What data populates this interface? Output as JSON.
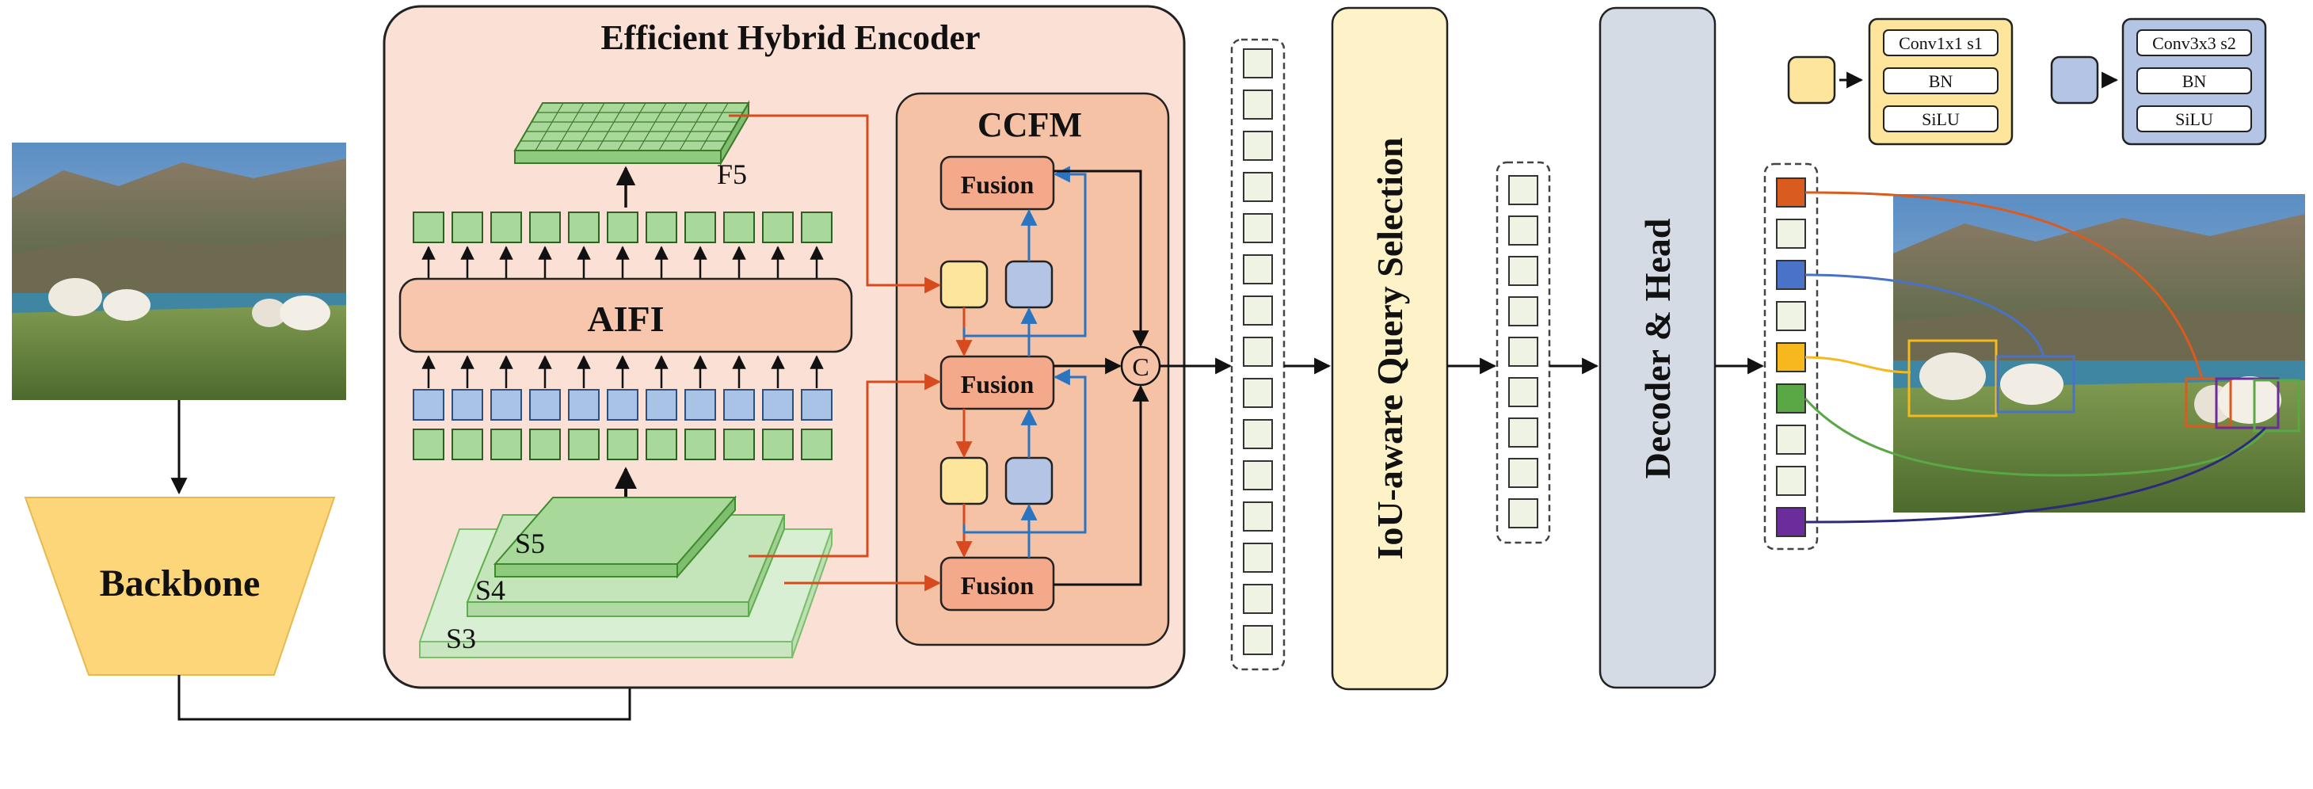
{
  "encoder": {
    "title": "Efficient Hybrid Encoder"
  },
  "ccfm": {
    "title": "CCFM",
    "fusion_label": "Fusion",
    "concat_symbol": "C"
  },
  "aifi": {
    "label": "AIFI"
  },
  "backbone": {
    "label": "Backbone"
  },
  "feature_labels": {
    "f5": "F5",
    "s5": "S5",
    "s4": "S4",
    "s3": "S3"
  },
  "query_selection": {
    "label": "IoU-aware Query Selection"
  },
  "decoder": {
    "label": "Decoder & Head"
  },
  "legend": {
    "yellow_block": [
      "Conv1x1 s1",
      "BN",
      "SiLU"
    ],
    "blue_block": [
      "Conv3x3 s2",
      "BN",
      "SiLU"
    ]
  },
  "colors": {
    "encoder_bg": "#fbe1d5",
    "ccfm_bg": "#f6c2a6",
    "fusion": "#f3a98a",
    "aifi": "#f7c6ac",
    "backbone": "#fcd679",
    "query_selection": "#fdf2c8",
    "decoder": "#d5dbe5",
    "feature_green": "#a8d89a",
    "feature_blue": "#a9c3e6",
    "block_yellow": "#fde59c",
    "block_blue": "#b3c4e4",
    "arrow_red": "#d64a1e",
    "arrow_blue": "#2a74c0",
    "query_orange": "#d95b1f",
    "query_blue": "#4a72c6",
    "query_yellow": "#f6b81c",
    "query_green": "#5aa746",
    "query_purple": "#6b2d9b"
  }
}
